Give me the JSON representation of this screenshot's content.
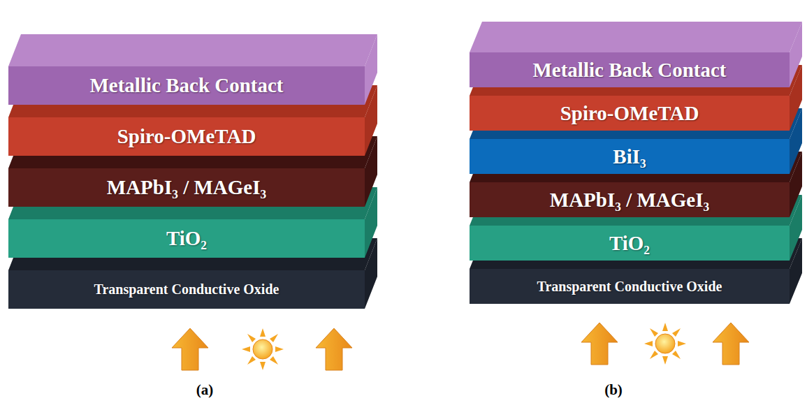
{
  "diagram": {
    "nodes": [
      {
        "text": [
          "Metallic Back Contact"
        ]
      },
      {
        "text": [
          "Spiro-OMeTAD"
        ]
      },
      {
        "text": [
          "MAPbI₃ / MAGeI₃"
        ]
      },
      {
        "text": [
          "TiO₂"
        ]
      },
      {
        "text": [
          "Transparent Conductive Oxide"
        ]
      },
      {
        "text": [
          "Metallic Back Contact"
        ]
      },
      {
        "text": [
          "Spiro-OMeTAD"
        ]
      },
      {
        "text": [
          "BiI₃"
        ]
      },
      {
        "text": [
          "MAPbI₃ / MAGeI₃"
        ]
      },
      {
        "text": [
          "TiO₂"
        ]
      },
      {
        "text": [
          "Transparent Conductive Oxide"
        ]
      }
    ],
    "labels": [
      "(a)",
      "(b)"
    ]
  }
}
